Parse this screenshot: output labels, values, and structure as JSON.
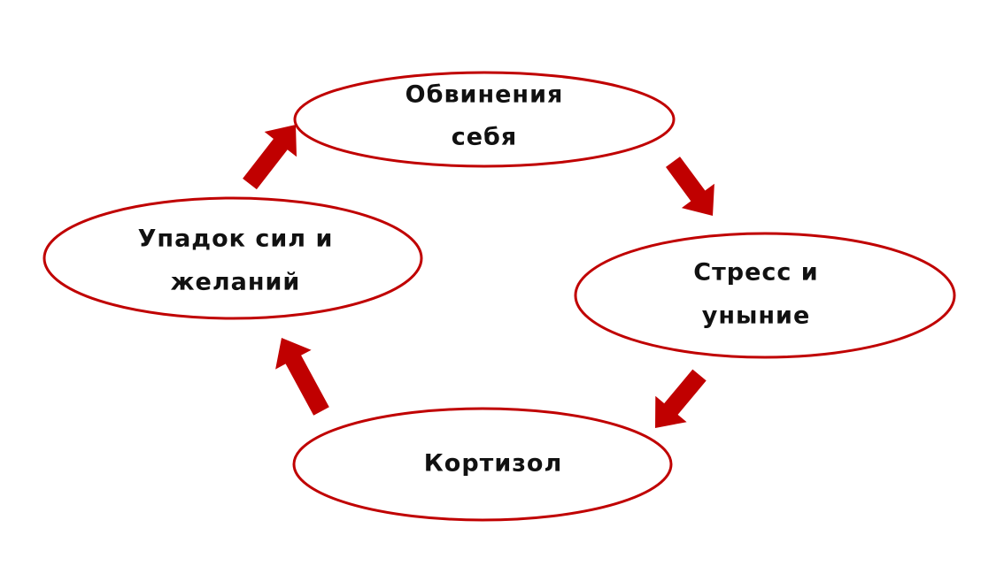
{
  "colors": {
    "accent": "#c00000",
    "node_border": "#c00000",
    "text": "#111111",
    "background": "#ffffff"
  },
  "nodes": [
    {
      "id": "self-blame",
      "lines": [
        "Обвинения",
        "себя"
      ]
    },
    {
      "id": "stress",
      "lines": [
        "Стресс и",
        "уныние"
      ]
    },
    {
      "id": "cortisol",
      "lines": [
        "Кортизол"
      ]
    },
    {
      "id": "decline",
      "lines": [
        "Упадок сил и",
        "желаний"
      ]
    }
  ],
  "edges": [
    {
      "from": "self-blame",
      "to": "stress"
    },
    {
      "from": "stress",
      "to": "cortisol"
    },
    {
      "from": "cortisol",
      "to": "decline"
    },
    {
      "from": "decline",
      "to": "self-blame"
    }
  ]
}
